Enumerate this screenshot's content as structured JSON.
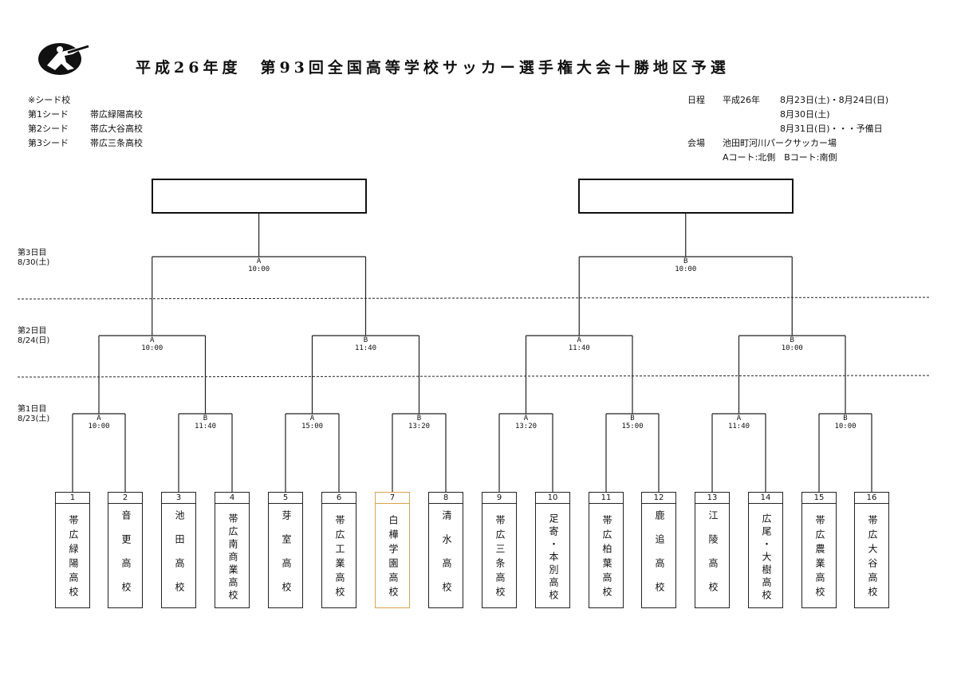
{
  "title": "平成26年度　第93回全国高等学校サッカー選手権大会十勝地区予選",
  "seed": {
    "heading": "※シード校",
    "rows": [
      {
        "rank": "第1シード",
        "school": "帯広緑陽高校"
      },
      {
        "rank": "第2シード",
        "school": "帯広大谷高校"
      },
      {
        "rank": "第3シード",
        "school": "帯広三条高校"
      }
    ]
  },
  "schedule": {
    "label": "日程",
    "era": "平成26年",
    "lines": [
      "8月23日(土)・8月24日(日)",
      "8月30日(土)",
      "8月31日(日)・・・予備日"
    ],
    "venue_label": "会場",
    "venue": "池田町河川パークサッカー場",
    "courts": "Aコート:北側　Bコート:南側"
  },
  "days": [
    {
      "name": "第3日目",
      "date": "8/30(土)"
    },
    {
      "name": "第2日目",
      "date": "8/24(日)"
    },
    {
      "name": "第1日目",
      "date": "8/23(土)"
    }
  ],
  "teams": [
    {
      "num": "1",
      "name": "帯広緑陽高校"
    },
    {
      "num": "2",
      "name": "音更高校"
    },
    {
      "num": "3",
      "name": "池田高校"
    },
    {
      "num": "4",
      "name": "帯広南商業高校"
    },
    {
      "num": "5",
      "name": "芽室高校"
    },
    {
      "num": "6",
      "name": "帯広工業高校"
    },
    {
      "num": "7",
      "name": "白樺学園高校"
    },
    {
      "num": "8",
      "name": "清水高校"
    },
    {
      "num": "9",
      "name": "帯広三条高校"
    },
    {
      "num": "10",
      "name": "足寄・本別高校"
    },
    {
      "num": "11",
      "name": "帯広柏葉高校"
    },
    {
      "num": "12",
      "name": "鹿追高校"
    },
    {
      "num": "13",
      "name": "江陵高校"
    },
    {
      "num": "14",
      "name": "広尾・大樹高校"
    },
    {
      "num": "15",
      "name": "帯広農業高校"
    },
    {
      "num": "16",
      "name": "帯広大谷高校"
    }
  ],
  "round1": [
    {
      "court": "A",
      "time": "10:00"
    },
    {
      "court": "B",
      "time": "11:40"
    },
    {
      "court": "A",
      "time": "15:00"
    },
    {
      "court": "B",
      "time": "13:20"
    },
    {
      "court": "A",
      "time": "13:20"
    },
    {
      "court": "B",
      "time": "15:00"
    },
    {
      "court": "A",
      "time": "11:40"
    },
    {
      "court": "B",
      "time": "10:00"
    }
  ],
  "round2": [
    {
      "court": "A",
      "time": "10:00"
    },
    {
      "court": "B",
      "time": "11:40"
    },
    {
      "court": "A",
      "time": "11:40"
    },
    {
      "court": "B",
      "time": "10:00"
    }
  ],
  "round3": [
    {
      "court": "A",
      "time": "10:00"
    },
    {
      "court": "B",
      "time": "10:00"
    }
  ],
  "highlight_team": "7",
  "colors": {
    "highlight": "#d9a24e"
  },
  "logo": "soccer-player-logo"
}
